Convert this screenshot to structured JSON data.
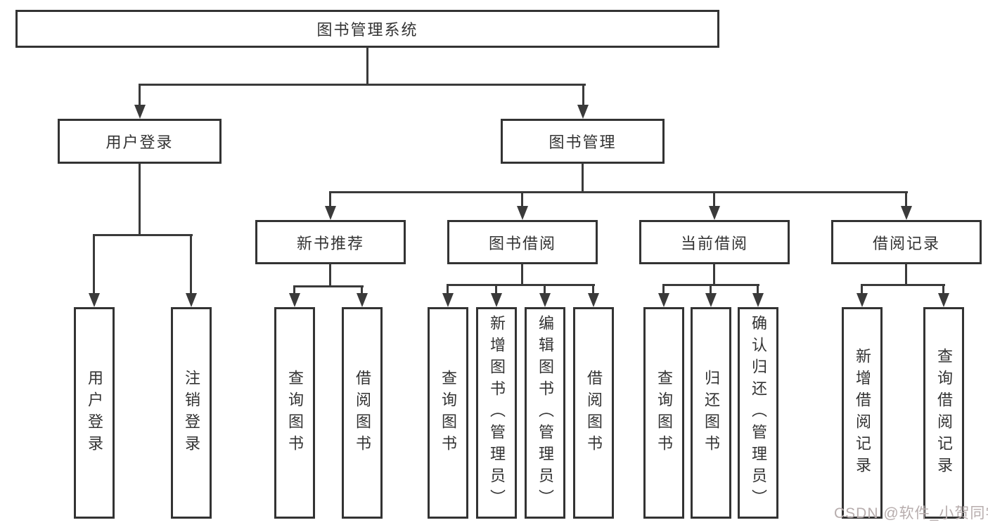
{
  "diagram": {
    "root": {
      "label": "图书管理系统"
    },
    "level2": [
      {
        "label": "用户登录"
      },
      {
        "label": "图书管理"
      }
    ],
    "level3": [
      {
        "label": "新书推荐"
      },
      {
        "label": "图书借阅"
      },
      {
        "label": "当前借阅"
      },
      {
        "label": "借阅记录"
      }
    ],
    "leaves": {
      "user_login": [
        "用户登录",
        "注销登录"
      ],
      "new_book": [
        "查询图书",
        "借阅图书"
      ],
      "borrow": [
        "查询图书",
        "新增图书（管理员）",
        "编辑图书（管理员）",
        "借阅图书"
      ],
      "current": [
        "查询图书",
        "归还图书",
        "确认归还（管理员）"
      ],
      "records": [
        "新增借阅记录",
        "查询借阅记录"
      ]
    },
    "colors": {
      "line": "#3a3a3a",
      "box_border": "#333333",
      "text": "#333333",
      "watermark": "#b7adad",
      "background": "#ffffff"
    }
  },
  "watermark": {
    "text": "CSDN @软件_小贺同学"
  }
}
